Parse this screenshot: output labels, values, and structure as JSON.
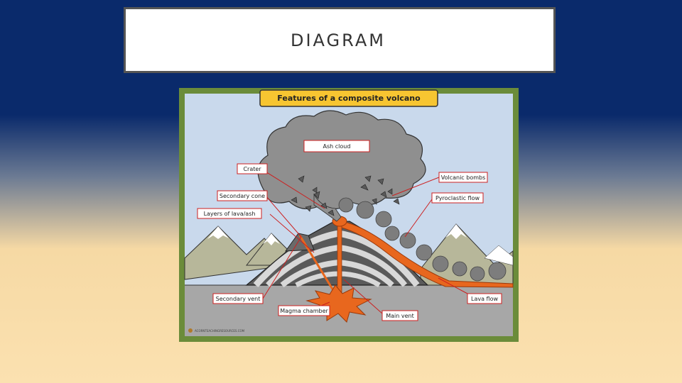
{
  "slide": {
    "title": "DIAGRAM"
  },
  "diagram": {
    "header": "Features of a composite volcano",
    "footer": "ACORNTEACHINGRESOURCES.COM",
    "labels": {
      "ash_cloud": "Ash cloud",
      "crater": "Crater",
      "volcanic_bombs": "Volcanic bombs",
      "secondary_cone": "Secondary cone",
      "pyroclastic_flow": "Pyroclastic flow",
      "layers": "Layers of lava/ash",
      "secondary_vent": "Secondary vent",
      "lava_flow": "Lava flow",
      "magma_chamber": "Magma chamber",
      "main_vent": "Main vent"
    },
    "colors": {
      "frame": "#6b8c3a",
      "sky": "#c9d9ec",
      "ground": "#a7a7a7",
      "ash": "#8f8f8f",
      "lava": "#e8671e",
      "label_border": "#cc2020",
      "header_fill": "#f7c531"
    }
  }
}
